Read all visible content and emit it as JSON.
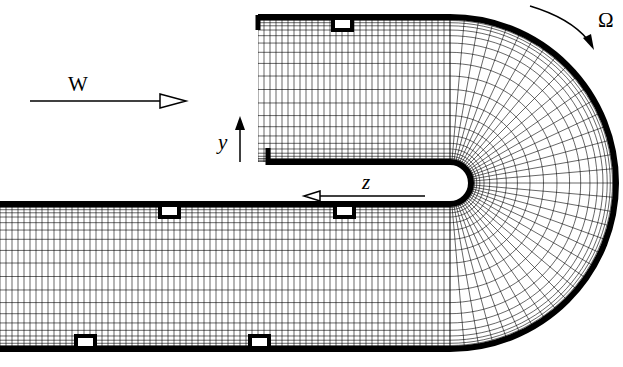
{
  "diagram": {
    "labels": [
      "W",
      "y",
      "z",
      "Ω"
    ]
  }
}
